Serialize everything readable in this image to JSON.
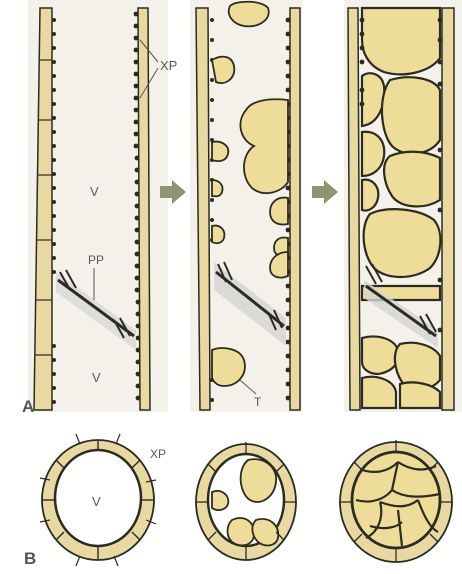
{
  "panels": [
    {
      "id": "A",
      "label": "A"
    },
    {
      "id": "B",
      "label": "B"
    }
  ],
  "labels": {
    "xp_top": "XP",
    "v_upper": "V",
    "pp": "PP",
    "v_lower": "V",
    "t": "T",
    "xp_bottom": "XP",
    "v_ring": "V"
  },
  "colors": {
    "background": "#ffffff",
    "cell_wall": "#e8d9a0",
    "tylose": "#eedd98",
    "outline": "#2b2b22",
    "strip": "#f2f0e8",
    "arrow": "#8e9470"
  },
  "icons": [
    "progression-arrow",
    "progression-arrow"
  ]
}
